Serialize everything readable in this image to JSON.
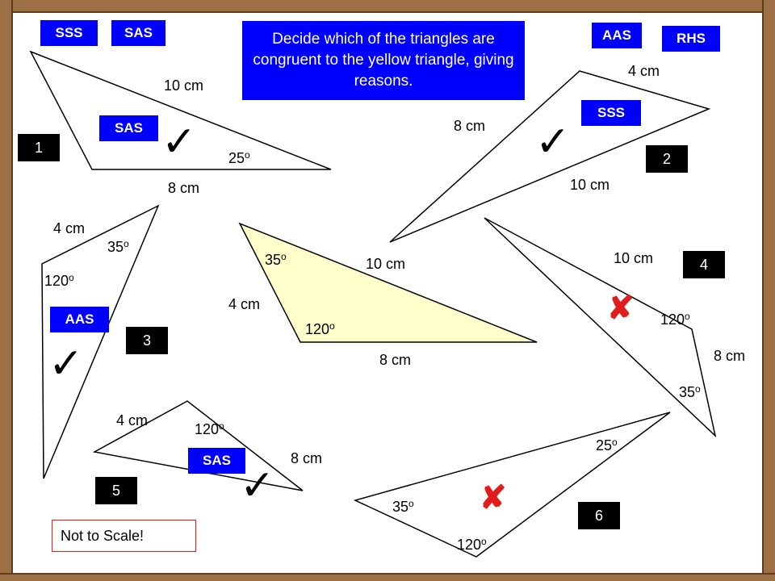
{
  "instruction": "Decide which of the triangles are congruent to the yellow triangle, giving reasons.",
  "note": "Not to Scale!",
  "criteria_tags": [
    "SSS",
    "SAS",
    "AAS",
    "RHS"
  ],
  "colors": {
    "tag_blue": "#0000ff",
    "yellow_fill": "#ffffcc",
    "cross_red": "#e01c1c",
    "frame_brown": "#9c6f44"
  },
  "symbols": {
    "tick": "✓",
    "cross": "✘",
    "degree": "o"
  },
  "yellow_triangle": {
    "side1": "10 cm",
    "side2": "4 cm",
    "side3": "8 cm",
    "angle1": "35",
    "angle2": "120"
  },
  "triangles": [
    {
      "number": "1",
      "side1": "10 cm",
      "side2": "8 cm",
      "angle1": "25",
      "reason": "SAS",
      "result": "tick"
    },
    {
      "number": "2",
      "side1": "4 cm",
      "side2": "8 cm",
      "side3": "10 cm",
      "reason": "SSS",
      "result": "tick"
    },
    {
      "number": "3",
      "side1": "4 cm",
      "angle1": "35",
      "angle2": "120",
      "reason": "AAS",
      "result": "tick"
    },
    {
      "number": "4",
      "side1": "10 cm",
      "side2": "8 cm",
      "angle1": "120",
      "angle2": "35",
      "result": "cross"
    },
    {
      "number": "5",
      "side1": "4 cm",
      "side2": "8 cm",
      "angle1": "120",
      "reason": "SAS",
      "result": "tick"
    },
    {
      "number": "6",
      "angle1": "25",
      "angle2": "35",
      "angle3": "120",
      "result": "cross"
    }
  ]
}
